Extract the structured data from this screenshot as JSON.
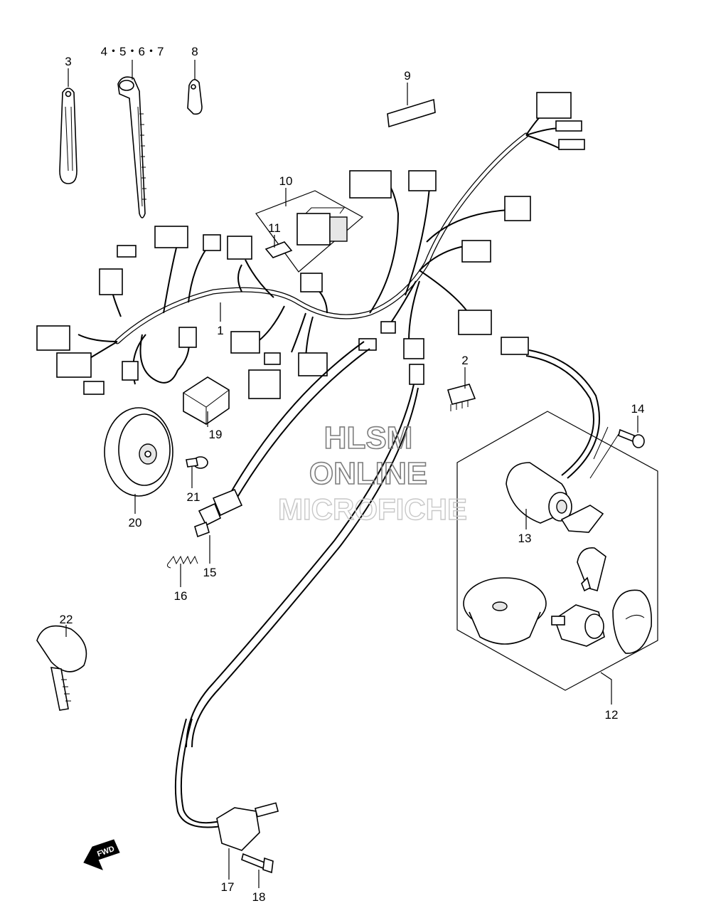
{
  "watermark": {
    "line1": "HLSM",
    "line2": "ONLINE",
    "line3": "MICROFICHE"
  },
  "forward_marker": "FWD",
  "callouts": {
    "p1": "1",
    "p2": "2",
    "p3": "3",
    "p4567": "4・5・6・7",
    "p8": "8",
    "p9": "9",
    "p10": "10",
    "p11": "11",
    "p12": "12",
    "p13": "13",
    "p14": "14",
    "p15": "15",
    "p16": "16",
    "p17": "17",
    "p18": "18",
    "p19": "19",
    "p20": "20",
    "p21": "21",
    "p22": "22"
  }
}
